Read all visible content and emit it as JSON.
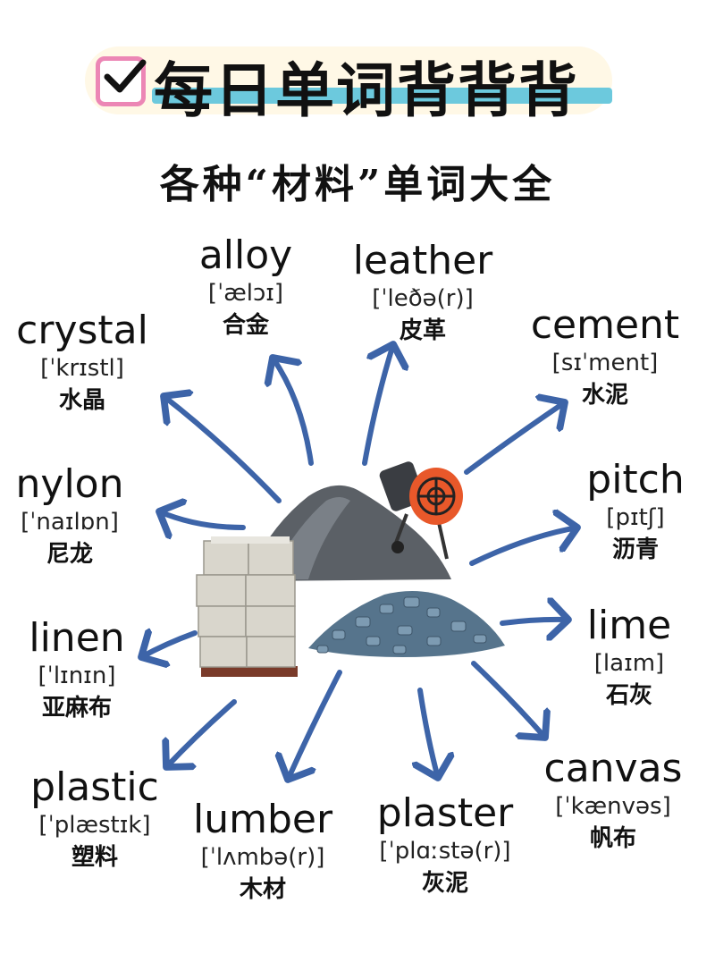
{
  "banner": {
    "title": "每日单词背背背"
  },
  "subtitle": "各种“材料”单词大全",
  "words": [
    {
      "en": "alloy",
      "ipa": "[ˈælɔɪ]",
      "zh": "合金"
    },
    {
      "en": "leather",
      "ipa": "[ˈleðə(r)]",
      "zh": "皮革"
    },
    {
      "en": "crystal",
      "ipa": "[ˈkrɪstl]",
      "zh": "水晶"
    },
    {
      "en": "cement",
      "ipa": "[sɪˈment]",
      "zh": "水泥"
    },
    {
      "en": "nylon",
      "ipa": "[ˈnaɪlɒn]",
      "zh": "尼龙"
    },
    {
      "en": "pitch",
      "ipa": "[pɪtʃ]",
      "zh": "沥青"
    },
    {
      "en": "linen",
      "ipa": "[ˈlɪnɪn]",
      "zh": "亚麻布"
    },
    {
      "en": "lime",
      "ipa": "[laɪm]",
      "zh": "石灰"
    },
    {
      "en": "plastic",
      "ipa": "[ˈplæstɪk]",
      "zh": "塑料"
    },
    {
      "en": "canvas",
      "ipa": "[ˈkænvəs]",
      "zh": "帆布"
    },
    {
      "en": "lumber",
      "ipa": "[ˈlʌmbə(r)]",
      "zh": "木材"
    },
    {
      "en": "plaster",
      "ipa": "[ˈplɑːstə(r)]",
      "zh": "灰泥"
    }
  ],
  "colors": {
    "arrow": "#3d64a8",
    "highlight": "#6cc9dd",
    "checkbox": "#ec86b5",
    "mixer": "#e8582a"
  },
  "icons": [
    "check-icon",
    "sand-pile-icon",
    "cement-mixer-icon",
    "brick-stack-icon",
    "gravel-pile-icon"
  ]
}
